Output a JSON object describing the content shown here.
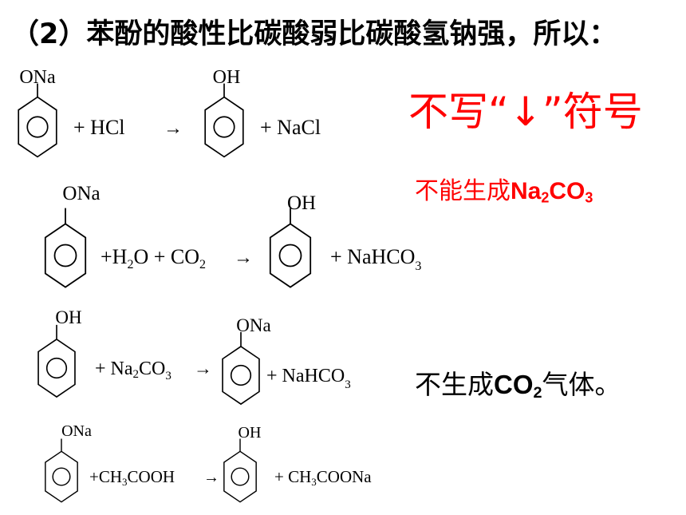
{
  "heading": "（2）苯酚的酸性比碳酸弱比碳酸氢钠强，所以：",
  "notes": {
    "no_arrow_pre": "不写“",
    "no_arrow_sym": "↓",
    "no_arrow_post": "”符号",
    "no_na2co3_text": "不能生成",
    "no_na2co3_formula": "Na",
    "no_na2co3_sub1": "2",
    "no_na2co3_mid": "CO",
    "no_na2co3_sub2": "3",
    "no_co2_text": "不生成",
    "no_co2_formula": "CO",
    "no_co2_sub": "2",
    "no_co2_tail": "气体。"
  },
  "reactions": [
    {
      "reactant_group": "ONa",
      "reagent": "+ HCl",
      "arrow": "→",
      "product_group": "OH",
      "byproduct": "+ NaCl"
    },
    {
      "reactant_group": "ONa",
      "reagent_a": "+H",
      "reagent_a_sub": "2",
      "reagent_b": "O + CO",
      "reagent_b_sub": "2",
      "arrow": "→",
      "product_group": "OH",
      "byproduct_a": "+ NaHCO",
      "byproduct_sub": "3"
    },
    {
      "reactant_group": "OH",
      "reagent_a": "+ Na",
      "reagent_a_sub": "2",
      "reagent_b": "CO",
      "reagent_b_sub": "3",
      "arrow": "→",
      "product_group": "ONa",
      "byproduct_a": "+ NaHCO",
      "byproduct_sub": "3"
    },
    {
      "reactant_group": "ONa",
      "reagent_a": "+CH",
      "reagent_a_sub": "3",
      "reagent_b": "COOH",
      "arrow": "→",
      "product_group": "OH",
      "byproduct_a": "+ CH",
      "byproduct_sub": "3",
      "byproduct_b": "COONa"
    }
  ]
}
